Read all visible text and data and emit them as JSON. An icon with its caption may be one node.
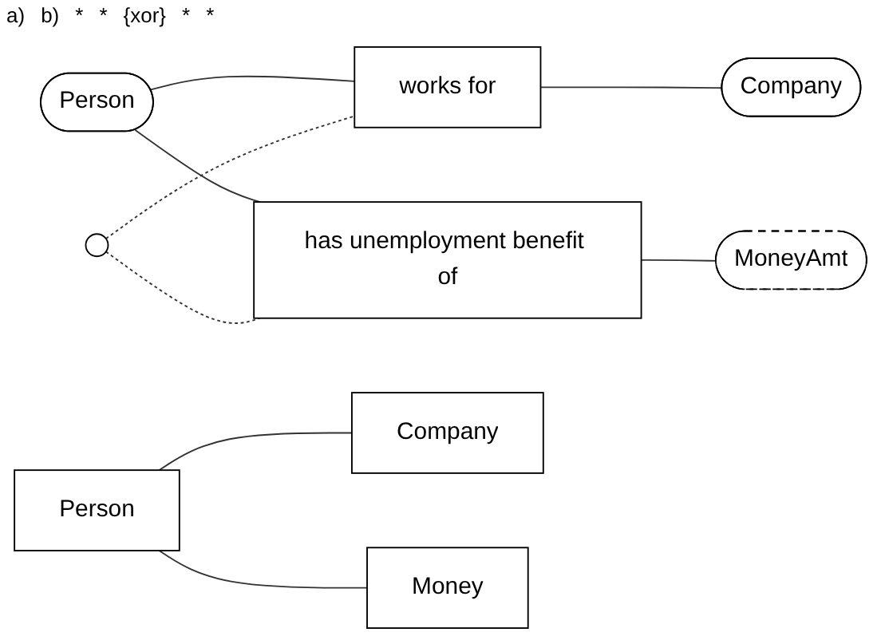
{
  "diagram": {
    "nodes": [
      {
        "text": [
          "Person"
        ]
      },
      {
        "text": [
          "works for"
        ]
      },
      {
        "text": [
          "Company"
        ]
      },
      {
        "text": [],
        "shape": "circle"
      },
      {
        "text": [
          "has unemployment benefit of"
        ]
      },
      {
        "text": [
          "MoneyAmt"
        ]
      },
      {
        "text": [
          "Person"
        ]
      },
      {
        "text": [
          "Company"
        ]
      },
      {
        "text": [
          "Money"
        ]
      }
    ],
    "edges": [
      {
        "from": 0,
        "to": 1,
        "arrow": "none"
      },
      {
        "from": 1,
        "to": 2,
        "arrow": "none"
      },
      {
        "from": 0,
        "to": 4,
        "arrow": "none"
      },
      {
        "from": 4,
        "to": 5,
        "arrow": "none"
      },
      {
        "from": 3,
        "to": 1,
        "arrow": "none",
        "style": "dashed"
      },
      {
        "from": 3,
        "to": 4,
        "arrow": "none",
        "style": "dashed"
      },
      {
        "from": 6,
        "to": 7,
        "arrow": "none"
      },
      {
        "from": 6,
        "to": 8,
        "arrow": "none"
      }
    ],
    "labels": [
      "a)",
      "b)",
      "*",
      "*",
      "{xor}",
      "*",
      "*"
    ]
  }
}
